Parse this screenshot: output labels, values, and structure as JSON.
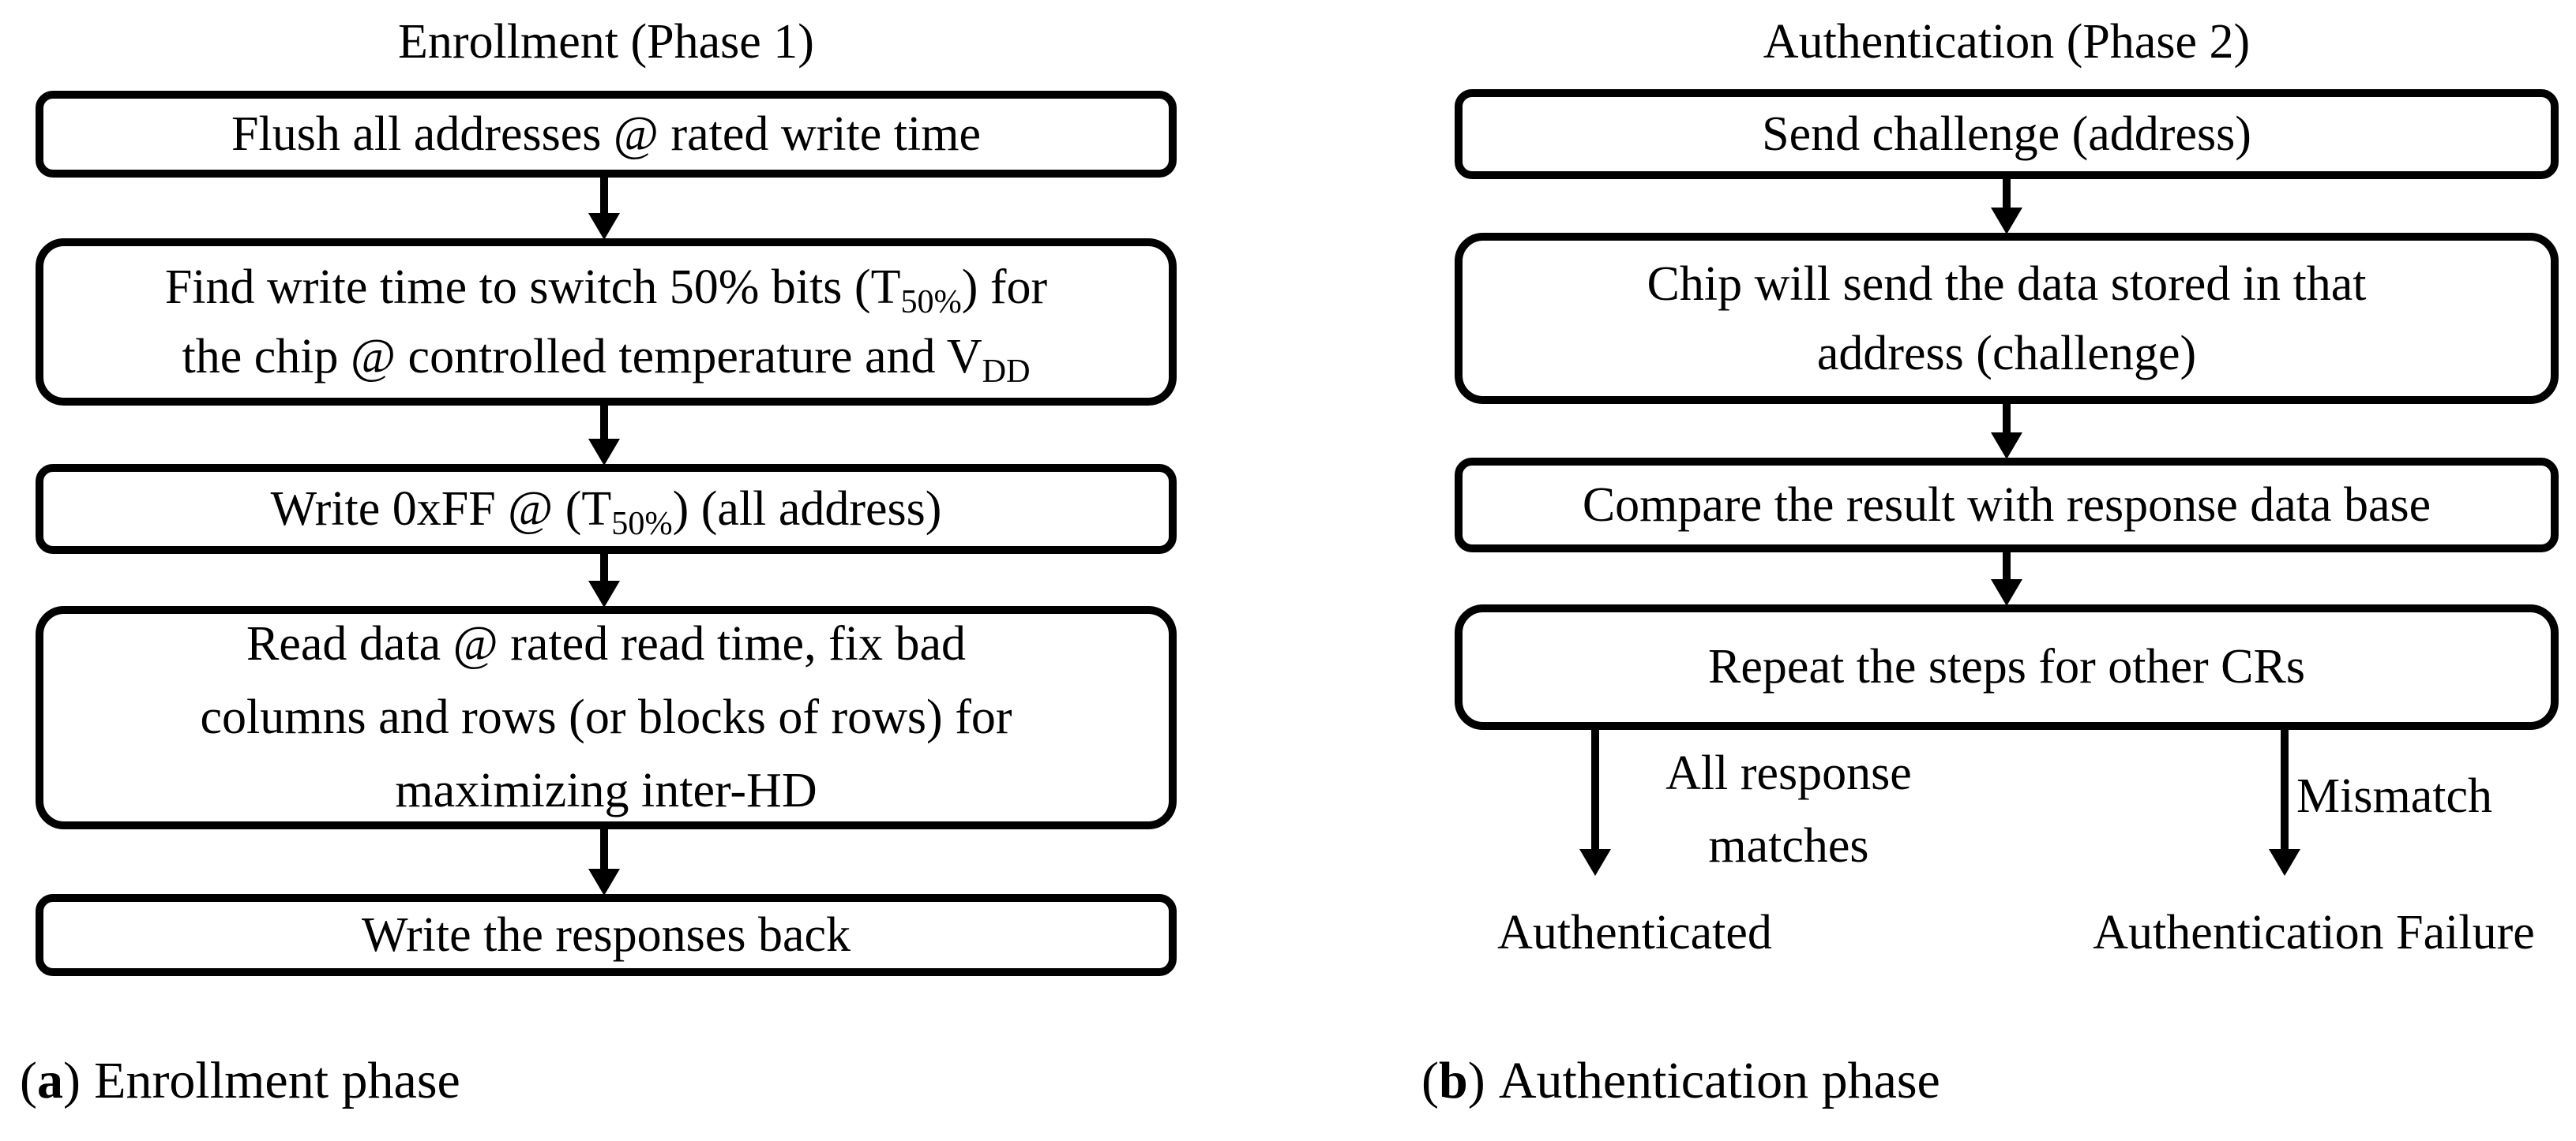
{
  "colors": {
    "ink": "#000000",
    "paper": "#ffffff"
  },
  "panel_a": {
    "title": "Enrollment (Phase 1)",
    "box1": "Flush all addresses @ rated write time",
    "box2": {
      "l1_pre": "Find write time to switch 50% bits (T",
      "l1_sub": "50%",
      "l1_post": ") for",
      "l2_pre": "the chip @ controlled temperature and V",
      "l2_sub": "DD"
    },
    "box3": {
      "pre": "Write 0xFF @ (T",
      "sub": "50%",
      "post": ") (all address)"
    },
    "box4": {
      "l1": "Read data @ rated read time, fix bad",
      "l2": "columns and rows (or blocks of rows) for",
      "l3": "maximizing inter-HD"
    },
    "box5": "Write the responses back",
    "caption": {
      "open": "(",
      "letter": "a",
      "close": ")",
      "text": "Enrollment phase"
    }
  },
  "panel_b": {
    "title": "Authentication (Phase 2)",
    "box1": "Send challenge (address)",
    "box2": {
      "l1": "Chip will send the data stored in that",
      "l2": "address (challenge)"
    },
    "box3": "Compare the result with response data base",
    "box4": "Repeat the steps for other CRs",
    "branch_left": {
      "l1": "All response",
      "l2": "matches"
    },
    "branch_right": "Mismatch",
    "terminal_left": "Authenticated",
    "terminal_right": "Authentication Failure",
    "caption": {
      "open": "(",
      "letter": "b",
      "close": ")",
      "text": "Authentication phase"
    }
  }
}
